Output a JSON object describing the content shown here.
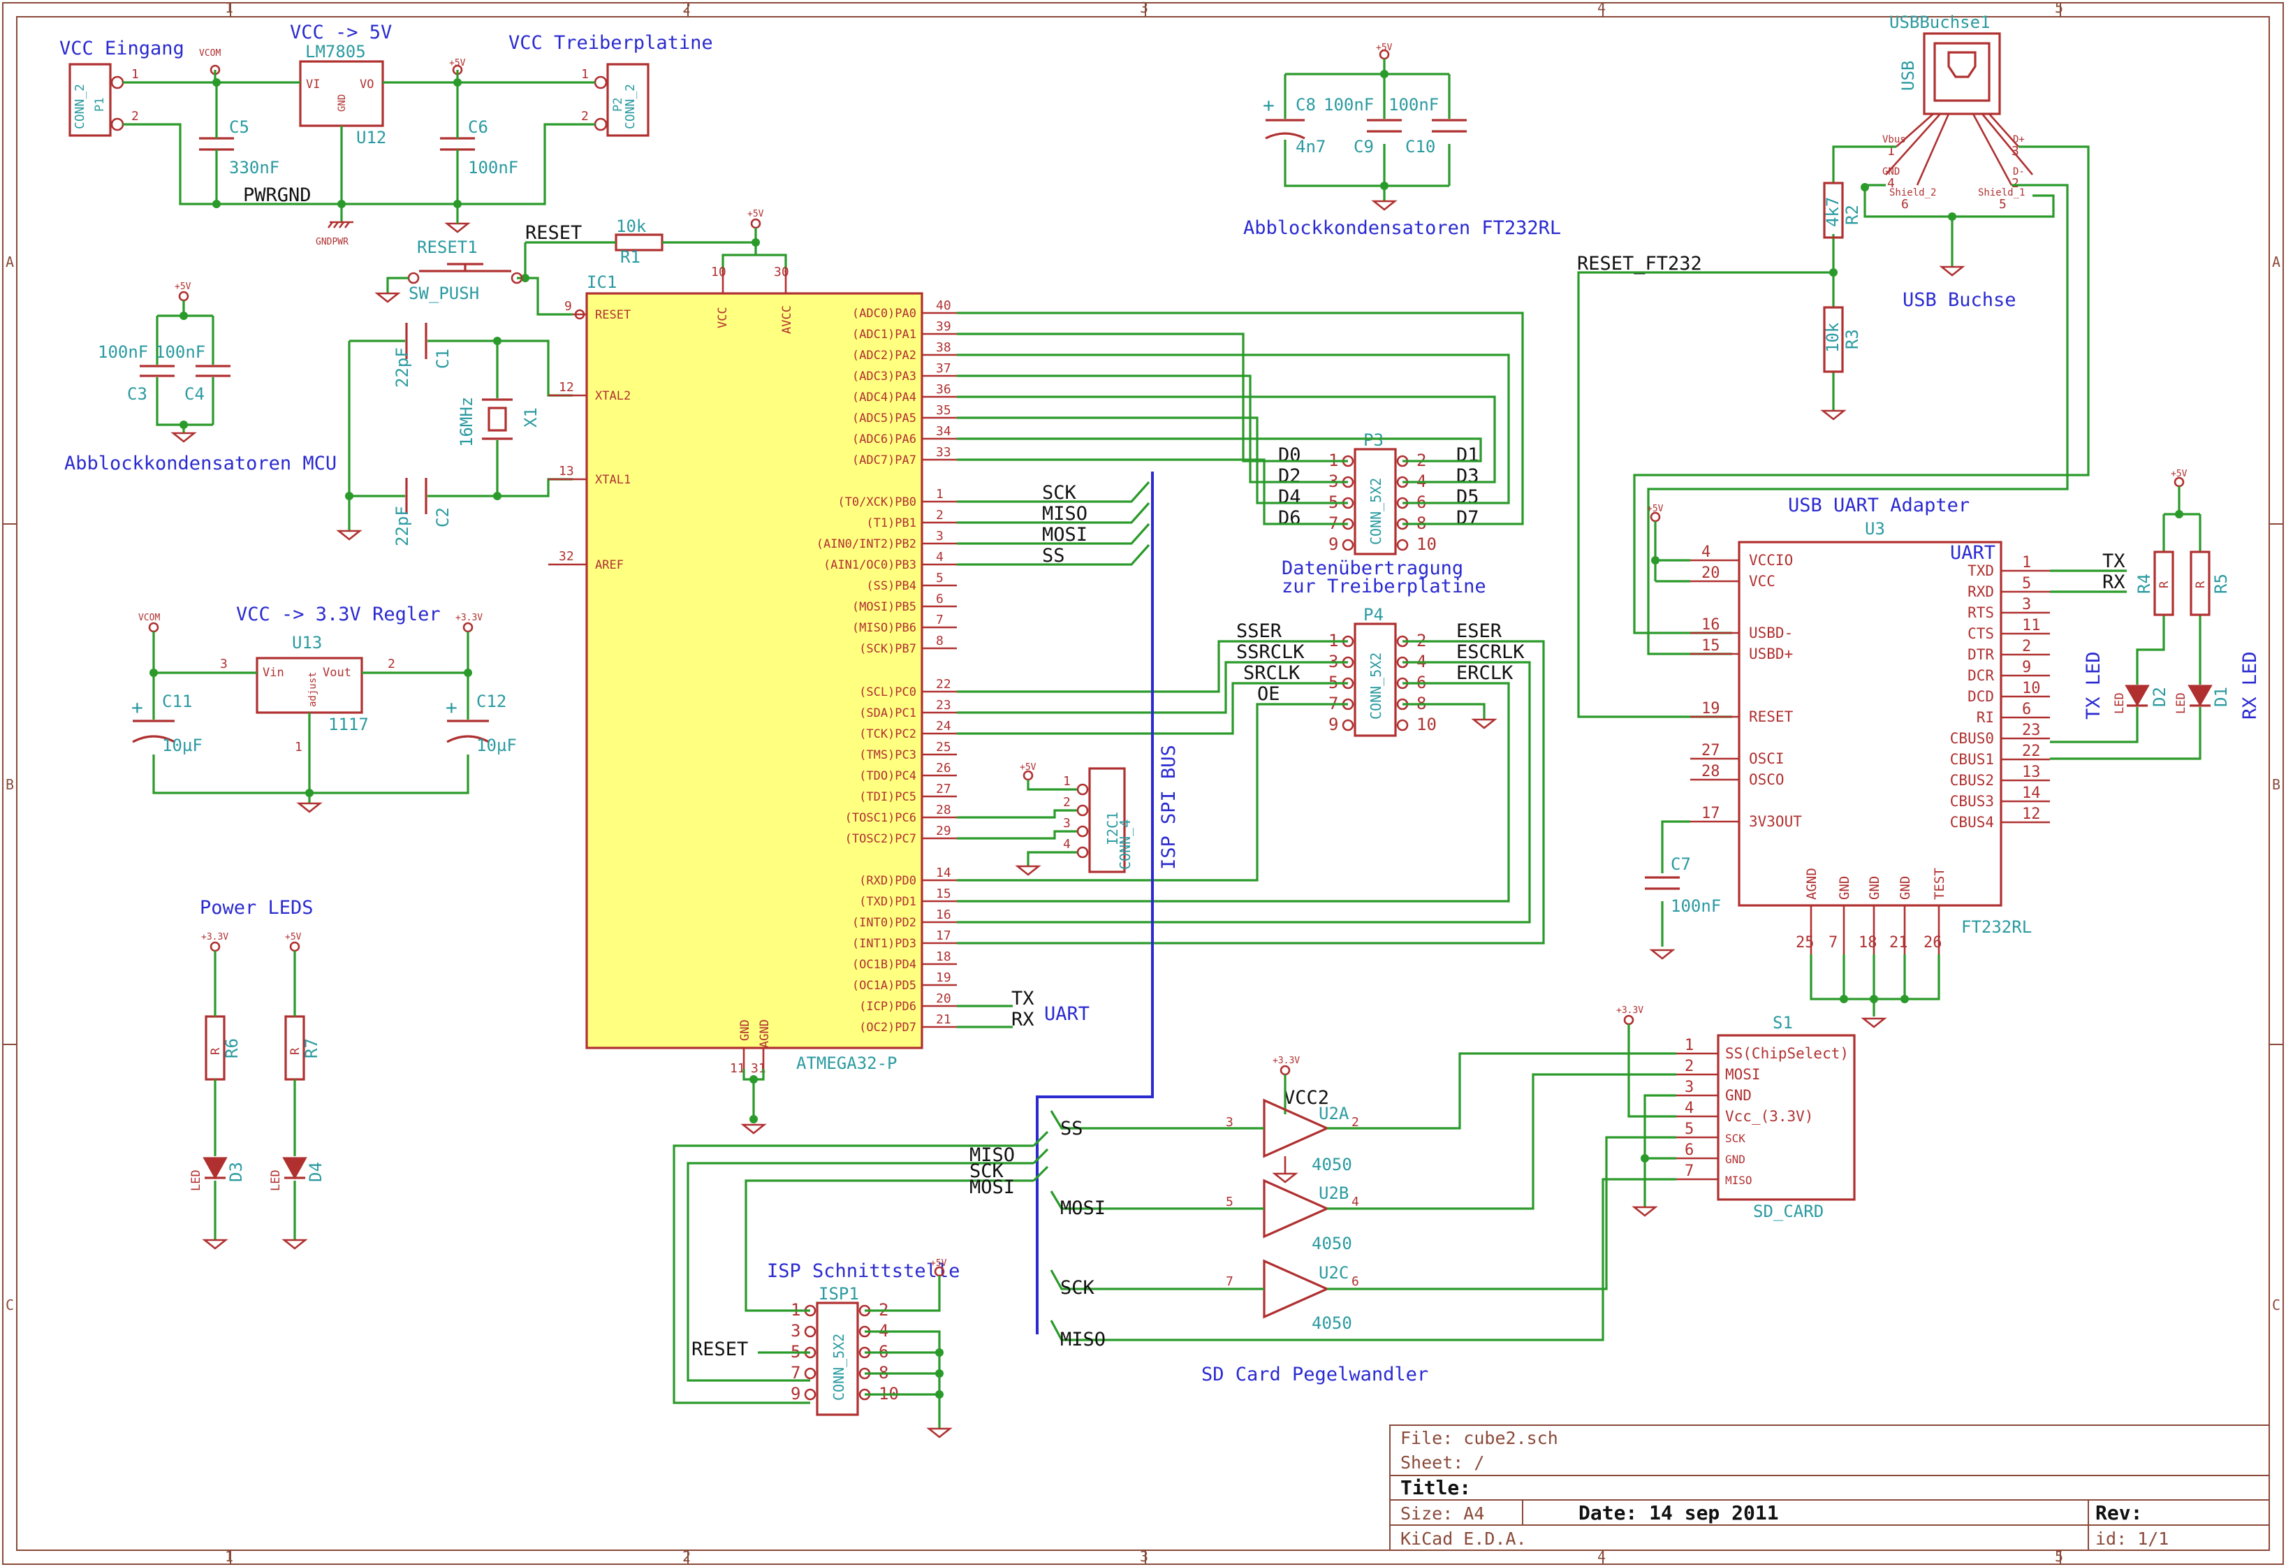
{
  "frame": {
    "columns": [
      "1",
      "2",
      "3",
      "4",
      "5"
    ],
    "rows": [
      "A",
      "B",
      "C"
    ]
  },
  "title_block": {
    "file": "File: cube2.sch",
    "sheet": "Sheet: /",
    "title": "Title:",
    "size": "Size: A4",
    "date": "Date: 14 sep 2011",
    "rev": "Rev:",
    "tool": "KiCad E.D.A.",
    "id": "id: 1/1"
  },
  "notes": {
    "vcc_eingang": "VCC Eingang",
    "vcc_5v": "VCC -> 5V",
    "vcc_treiberplatine": "VCC Treiberplatine",
    "abblock_ft232": "Abblockkondensatoren FT232RL",
    "abblock_mcu": "Abblockkondensatoren MCU",
    "vcc_33": "VCC -> 3.3V Regler",
    "power_leds": "Power LEDS",
    "isp_spi_bus": "ISP SPI BUS",
    "datenuebertragung_1": "Datenübertragung",
    "datenuebertragung_2": "zur Treiberplatine",
    "usb_buchse": "USB Buchse",
    "usb_uart": "USB UART Adapter",
    "uart_mcu": "UART",
    "uart_ft": "UART",
    "tx_led": "TX LED",
    "rx_led": "RX LED",
    "isp_schnitt": "ISP Schnittstelle",
    "sd_pegel": "SD Card Pegelwandler"
  },
  "nets": {
    "pwrgnd": "PWRGND",
    "reset": "RESET",
    "reset_ft232": "RESET_FT232",
    "sck": "SCK",
    "miso": "MISO",
    "mosi": "MOSI",
    "ss": "SS",
    "tx": "TX",
    "rx": "RX",
    "d0": "D0",
    "d1": "D1",
    "d2": "D2",
    "d3": "D3",
    "d4": "D4",
    "d5": "D5",
    "d6": "D6",
    "d7": "D7",
    "sser": "SSER",
    "eser": "ESER",
    "ssrclk": "SSRCLK",
    "escrlk": "ESCRLK",
    "srclk": "SRCLK",
    "erclk": "ERCLK",
    "oe": "OE",
    "vcc2": "VCC2"
  },
  "power": {
    "vcom": "VCOM",
    "p5v": "+5V",
    "p33v": "+3.3V",
    "gndpwr": "GNDPWR"
  },
  "components": {
    "p1": {
      "ref": "P1",
      "val": "CONN_2"
    },
    "p2": {
      "ref": "P2",
      "val": "CONN_2"
    },
    "u12": {
      "ref": "U12",
      "val": "LM7805",
      "vi": "VI",
      "vo": "VO",
      "gnd": "GND"
    },
    "c5": {
      "ref": "C5",
      "val": "330nF"
    },
    "c6": {
      "ref": "C6",
      "val": "100nF"
    },
    "c8": {
      "ref": "C8",
      "val": "4n7"
    },
    "c9": {
      "ref": "C9",
      "val": "100nF"
    },
    "c10": {
      "ref": "C10",
      "val": "100nF"
    },
    "c3": {
      "ref": "C3",
      "val": "100nF"
    },
    "c4": {
      "ref": "C4",
      "val": "100nF"
    },
    "c1": {
      "ref": "C1",
      "val": "22pF"
    },
    "c2": {
      "ref": "C2",
      "val": "22pF"
    },
    "x1": {
      "ref": "X1",
      "val": "16MHz"
    },
    "r1": {
      "ref": "R1",
      "val": "10k"
    },
    "reset1": {
      "ref": "RESET1",
      "val": "SW_PUSH"
    },
    "ic1": {
      "ref": "IC1",
      "val": "ATMEGA32-P",
      "vcc": "VCC",
      "avcc": "AVCC",
      "gnd": "GND",
      "agnd": "AGND"
    },
    "p3": {
      "ref": "P3",
      "val": "CONN_5X2"
    },
    "p4": {
      "ref": "P4",
      "val": "CONN_5X2"
    },
    "i2c1": {
      "ref": "I2C1",
      "val": "CONN_4"
    },
    "u13": {
      "ref": "U13",
      "val": "1117",
      "vin": "Vin",
      "vout": "Vout",
      "adj": "adjust"
    },
    "c11": {
      "ref": "C11",
      "val": "10µF"
    },
    "c12": {
      "ref": "C12",
      "val": "10µF"
    },
    "r6": {
      "ref": "R6",
      "val": "R"
    },
    "r7": {
      "ref": "R7",
      "val": "R"
    },
    "d3": {
      "ref": "D3",
      "val": "LED"
    },
    "d4": {
      "ref": "D4",
      "val": "LED"
    },
    "usb": {
      "ref": "USBBuchse1",
      "val": "USB",
      "vbus": "Vbus",
      "d_minus": "D-",
      "d_plus": "D+",
      "gnd": "GND",
      "sh1": "Shield_1",
      "sh2": "Shield_2"
    },
    "r2": {
      "ref": "R2",
      "val": "4k7"
    },
    "r3": {
      "ref": "R3",
      "val": "10k"
    },
    "u3": {
      "ref": "U3",
      "val": "FT232RL"
    },
    "r4": {
      "ref": "R4",
      "val": "R"
    },
    "r5": {
      "ref": "R5",
      "val": "R"
    },
    "d1": {
      "ref": "D1",
      "val": "LED"
    },
    "d2": {
      "ref": "D2",
      "val": "LED"
    },
    "c7": {
      "ref": "C7",
      "val": "100nF"
    },
    "s1": {
      "ref": "S1",
      "val": "SD_CARD"
    },
    "u2a": {
      "ref": "U2A",
      "val": "4050"
    },
    "u2b": {
      "ref": "U2B",
      "val": "4050"
    },
    "u2c": {
      "ref": "U2C",
      "val": "4050"
    },
    "isp1": {
      "ref": "ISP1",
      "val": "CONN_5X2"
    }
  },
  "ic1_pins_left": [
    {
      "num": "9",
      "label": "RESET"
    },
    {
      "num": "12",
      "label": "XTAL2"
    },
    {
      "num": "13",
      "label": "XTAL1"
    },
    {
      "num": "32",
      "label": "AREF"
    }
  ],
  "ic1_pins_right": [
    {
      "num": "40",
      "label": "(ADC0)PA0"
    },
    {
      "num": "39",
      "label": "(ADC1)PA1"
    },
    {
      "num": "38",
      "label": "(ADC2)PA2"
    },
    {
      "num": "37",
      "label": "(ADC3)PA3"
    },
    {
      "num": "36",
      "label": "(ADC4)PA4"
    },
    {
      "num": "35",
      "label": "(ADC5)PA5"
    },
    {
      "num": "34",
      "label": "(ADC6)PA6"
    },
    {
      "num": "33",
      "label": "(ADC7)PA7"
    },
    {
      "num": "1",
      "label": "(T0/XCK)PB0"
    },
    {
      "num": "2",
      "label": "(T1)PB1"
    },
    {
      "num": "3",
      "label": "(AIN0/INT2)PB2"
    },
    {
      "num": "4",
      "label": "(AIN1/OC0)PB3"
    },
    {
      "num": "5",
      "label": "(SS)PB4"
    },
    {
      "num": "6",
      "label": "(MOSI)PB5"
    },
    {
      "num": "7",
      "label": "(MISO)PB6"
    },
    {
      "num": "8",
      "label": "(SCK)PB7"
    },
    {
      "num": "22",
      "label": "(SCL)PC0"
    },
    {
      "num": "23",
      "label": "(SDA)PC1"
    },
    {
      "num": "24",
      "label": "(TCK)PC2"
    },
    {
      "num": "25",
      "label": "(TMS)PC3"
    },
    {
      "num": "26",
      "label": "(TDO)PC4"
    },
    {
      "num": "27",
      "label": "(TDI)PC5"
    },
    {
      "num": "28",
      "label": "(TOSC1)PC6"
    },
    {
      "num": "29",
      "label": "(TOSC2)PC7"
    },
    {
      "num": "14",
      "label": "(RXD)PD0"
    },
    {
      "num": "15",
      "label": "(TXD)PD1"
    },
    {
      "num": "16",
      "label": "(INT0)PD2"
    },
    {
      "num": "17",
      "label": "(INT1)PD3"
    },
    {
      "num": "18",
      "label": "(OC1B)PD4"
    },
    {
      "num": "19",
      "label": "(OC1A)PD5"
    },
    {
      "num": "20",
      "label": "(ICP)PD6"
    },
    {
      "num": "21",
      "label": "(OC2)PD7"
    }
  ],
  "u3_pins_left": [
    {
      "num": "4",
      "label": "VCCIO"
    },
    {
      "num": "20",
      "label": "VCC"
    },
    {
      "num": "16",
      "label": "USBD-"
    },
    {
      "num": "15",
      "label": "USBD+"
    },
    {
      "num": "19",
      "label": "RESET"
    },
    {
      "num": "27",
      "label": "OSCI"
    },
    {
      "num": "28",
      "label": "OSCO"
    },
    {
      "num": "17",
      "label": "3V3OUT"
    }
  ],
  "u3_pins_right": [
    {
      "num": "1",
      "label": "TXD"
    },
    {
      "num": "5",
      "label": "RXD"
    },
    {
      "num": "3",
      "label": "RTS"
    },
    {
      "num": "11",
      "label": "CTS"
    },
    {
      "num": "2",
      "label": "DTR"
    },
    {
      "num": "9",
      "label": "DCR"
    },
    {
      "num": "10",
      "label": "DCD"
    },
    {
      "num": "6",
      "label": "RI"
    },
    {
      "num": "23",
      "label": "CBUS0"
    },
    {
      "num": "22",
      "label": "CBUS1"
    },
    {
      "num": "13",
      "label": "CBUS2"
    },
    {
      "num": "14",
      "label": "CBUS3"
    },
    {
      "num": "12",
      "label": "CBUS4"
    }
  ],
  "u3_pins_bottom": [
    {
      "num": "25",
      "label": "AGND"
    },
    {
      "num": "7",
      "label": "GND"
    },
    {
      "num": "18",
      "label": "GND"
    },
    {
      "num": "21",
      "label": "GND"
    },
    {
      "num": "26",
      "label": "TEST"
    }
  ],
  "s1_pins": [
    {
      "num": "1",
      "label": "SS(ChipSelect)"
    },
    {
      "num": "2",
      "label": "MOSI"
    },
    {
      "num": "3",
      "label": "GND"
    },
    {
      "num": "4",
      "label": "Vcc_(3.3V)"
    },
    {
      "num": "5",
      "label": "SCK"
    },
    {
      "num": "6",
      "label": "GND"
    },
    {
      "num": "7",
      "label": "MISO"
    }
  ],
  "conn5x2_pins": {
    "left": [
      "1",
      "3",
      "5",
      "7",
      "9"
    ],
    "right": [
      "2",
      "4",
      "6",
      "8",
      "10"
    ]
  },
  "conn4_pins": [
    "1",
    "2",
    "3",
    "4"
  ],
  "misc_pins": {
    "ic1_vcc": "10",
    "ic1_avcc": "30",
    "ic1_gnd": "11",
    "ic1_agnd": "31",
    "u13_in": "3",
    "u13_out": "2",
    "u13_adj": "1",
    "u2a_in": "3",
    "u2a_out": "2",
    "u2b_in": "5",
    "u2b_out": "4",
    "u2c_in": "7",
    "u2c_out": "6",
    "one": "1",
    "two": "2",
    "usb_vbus": "1",
    "usb_dm": "2",
    "usb_dp": "3",
    "usb_gnd": "4",
    "usb_sh1": "5",
    "usb_sh2": "6"
  }
}
